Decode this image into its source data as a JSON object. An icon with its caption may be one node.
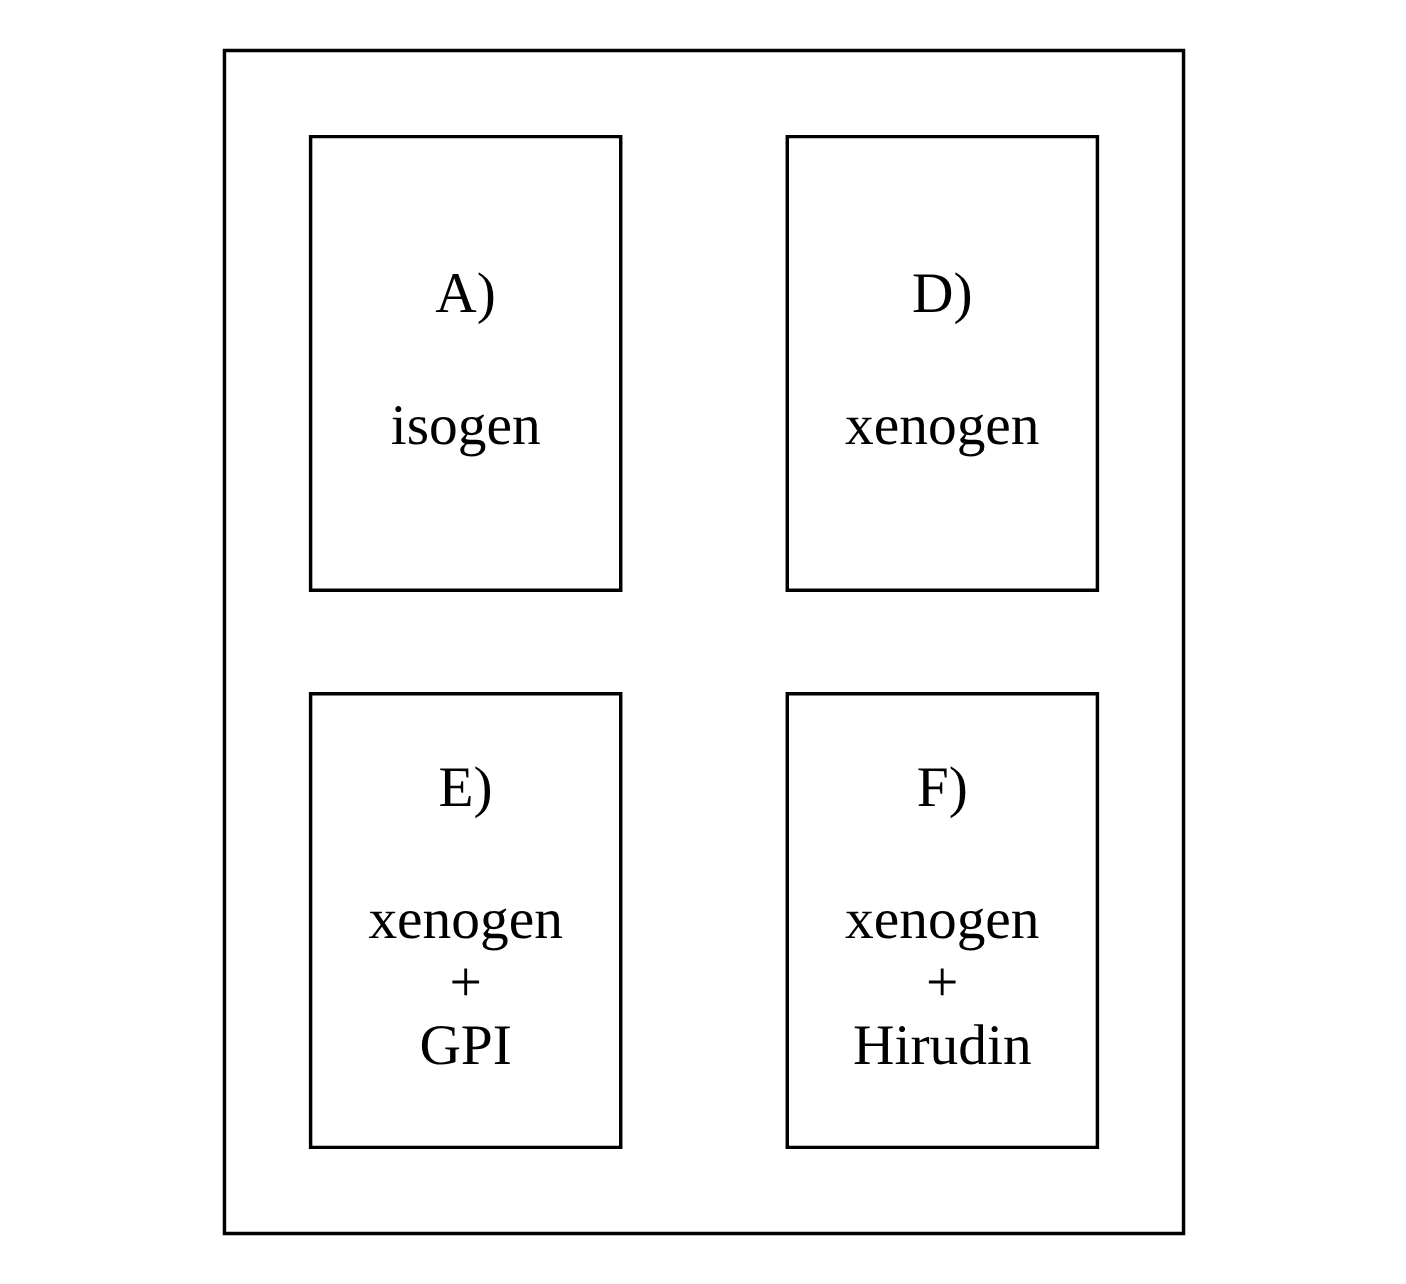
{
  "diagram": {
    "nodes": [
      {
        "text": [],
        "shape": "box"
      },
      {
        "text": [
          "A)",
          "isogen"
        ],
        "in": 0
      },
      {
        "text": [
          "D)",
          "xenogen"
        ],
        "in": 0
      },
      {
        "text": [
          "E)",
          "xenogen + GPI"
        ],
        "in": 0
      },
      {
        "text": [
          "F)",
          "xenogen + Hirudin"
        ],
        "in": 0
      }
    ],
    "edges": []
  }
}
